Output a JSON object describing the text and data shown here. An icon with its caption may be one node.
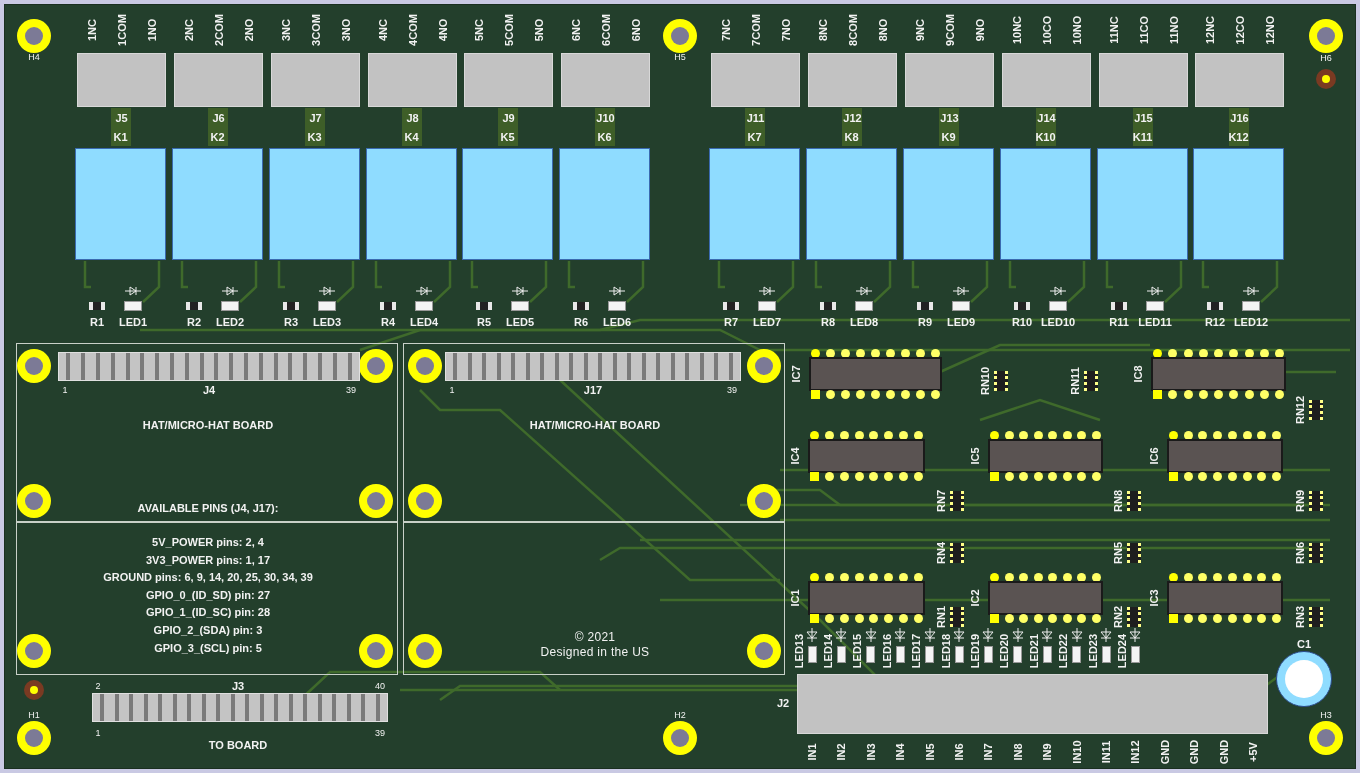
{
  "diagram": {
    "nodes": [
      {
        "text": [
          "J5"
        ],
        "beside": [
          "1NC",
          "1COM",
          "1NO"
        ]
      },
      {
        "text": [
          "J6"
        ],
        "beside": [
          "2NC",
          "2COM",
          "2NO"
        ]
      },
      {
        "text": [
          "J7"
        ],
        "beside": [
          "3NC",
          "3COM",
          "3NO"
        ]
      },
      {
        "text": [
          "J8"
        ],
        "beside": [
          "4NC",
          "4COM",
          "4NO"
        ]
      },
      {
        "text": [
          "J9"
        ],
        "beside": [
          "5NC",
          "5COM",
          "5NO"
        ]
      },
      {
        "text": [
          "J10"
        ],
        "beside": [
          "6NC",
          "6COM",
          "6NO"
        ]
      },
      {
        "text": [
          "J11"
        ],
        "beside": [
          "7NC",
          "7COM",
          "7NO"
        ]
      },
      {
        "text": [
          "J12"
        ],
        "beside": [
          "8NC",
          "8COM",
          "8NO"
        ]
      },
      {
        "text": [
          "J13"
        ],
        "beside": [
          "9NC",
          "9COM",
          "9NO"
        ]
      },
      {
        "text": [
          "J14"
        ],
        "beside": [
          "10NC",
          "10CO",
          "10NO"
        ]
      },
      {
        "text": [
          "J15"
        ],
        "beside": [
          "11NC",
          "11CO",
          "11NO"
        ]
      },
      {
        "text": [
          "J16"
        ],
        "beside": [
          "12NC",
          "12CO",
          "12NO"
        ]
      },
      {
        "text": [
          "K1"
        ]
      },
      {
        "text": [
          "K2"
        ]
      },
      {
        "text": [
          "K3"
        ]
      },
      {
        "text": [
          "K4"
        ]
      },
      {
        "text": [
          "K5"
        ]
      },
      {
        "text": [
          "K6"
        ]
      },
      {
        "text": [
          "K7"
        ]
      },
      {
        "text": [
          "K8"
        ]
      },
      {
        "text": [
          "K9"
        ]
      },
      {
        "text": [
          "K10"
        ]
      },
      {
        "text": [
          "K11"
        ]
      },
      {
        "text": [
          "K12"
        ]
      },
      {
        "text": [
          "HAT/MICRO-HAT BOARD",
          "AVAILABLE PINS (J4, J17):"
        ]
      },
      {
        "text": [
          "J4"
        ],
        "beside": [
          "1",
          "39"
        ],
        "in": 24
      },
      {
        "text": [
          "5V_POWER pins: 2, 4",
          "3V3_POWER pins: 1, 17",
          "GROUND pins: 6, 9, 14, 20, 25, 30, 34, 39",
          "GPIO_0_(ID_SD) pin: 27",
          "GPIO_1_(ID_SC) pin: 28",
          "GPIO_2_(SDA) pin: 3",
          "GPIO_3_(SCL) pin: 5"
        ]
      },
      {
        "text": [
          "HAT/MICRO-HAT BOARD"
        ]
      },
      {
        "text": [
          "J17"
        ],
        "beside": [
          "1",
          "39"
        ],
        "in": 27
      },
      {
        "text": [
          "© 2021",
          "Designed in the US"
        ]
      },
      {
        "text": [
          "J3"
        ],
        "beside": [
          "2",
          "40",
          "1",
          "39",
          "TO BOARD"
        ]
      },
      {
        "text": [
          "IC7"
        ]
      },
      {
        "text": [
          "IC8"
        ]
      },
      {
        "text": [
          "IC4"
        ]
      },
      {
        "text": [
          "IC5"
        ]
      },
      {
        "text": [
          "IC6"
        ]
      },
      {
        "text": [
          "IC1"
        ]
      },
      {
        "text": [
          "IC2"
        ]
      },
      {
        "text": [
          "IC3"
        ]
      },
      {
        "text": [
          "J2"
        ],
        "beside": [
          "IN1",
          "IN2",
          "IN3",
          "IN4",
          "IN5",
          "IN6",
          "IN7",
          "IN8",
          "IN9",
          "IN10",
          "IN11",
          "IN12",
          "GND",
          "GND",
          "GND",
          "+5V"
        ]
      },
      {
        "text": [
          "C1"
        ]
      }
    ],
    "labels": [
      "H4",
      "H5",
      "H6",
      "R1",
      "LED1",
      "R2",
      "LED2",
      "R3",
      "LED3",
      "R4",
      "LED4",
      "R5",
      "LED5",
      "R6",
      "LED6",
      "R7",
      "LED7",
      "R8",
      "LED8",
      "R9",
      "LED9",
      "R10",
      "LED10",
      "R11",
      "LED11",
      "R12",
      "LED12",
      "RN10",
      "RN11",
      "RN12",
      "RN7",
      "RN8",
      "RN9",
      "RN4",
      "RN5",
      "RN6",
      "RN1",
      "RN2",
      "RN3",
      "LED13",
      "LED14",
      "LED15",
      "LED16",
      "LED17",
      "LED18",
      "LED19",
      "LED20",
      "LED21",
      "LED22",
      "LED23",
      "LED24",
      "H1",
      "H2",
      "H3"
    ]
  }
}
